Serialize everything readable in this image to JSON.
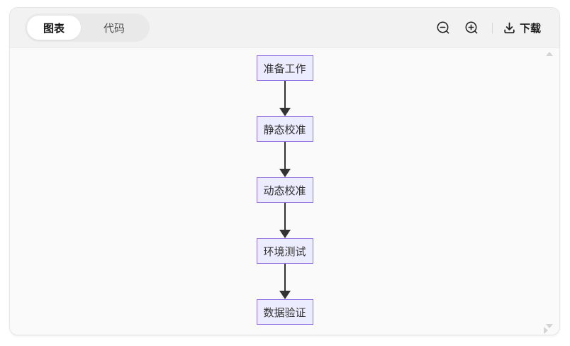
{
  "tabs": {
    "chart_label": "图表",
    "code_label": "代码",
    "active_tab": "图表"
  },
  "toolbar": {
    "download_label": "下载"
  },
  "icons": {
    "zoom_out": "magnifier-with-minus",
    "zoom_in": "magnifier-with-plus",
    "download": "down-arrow-into-tray",
    "scroll_up": "small-triangle-up",
    "scroll_down": "small-triangle-down",
    "scroll_right": "small-triangle-right"
  },
  "colors": {
    "node_fill": "#ECECFF",
    "node_border": "#9370DB",
    "edge": "#333333",
    "canvas_bg": "#FAFAFA",
    "toolbar_bg": "#F2F2F2",
    "tab_group_bg": "#E9E9E9",
    "active_tab_bg": "#FFFFFF",
    "card_border": "#E5E5E5"
  },
  "flowchart": {
    "type": "flowchart",
    "direction": "top-to-bottom",
    "nodes": [
      "准备工作",
      "静态校准",
      "动态校准",
      "环境测试",
      "数据验证"
    ],
    "edges": [
      [
        "准备工作",
        "静态校准"
      ],
      [
        "静态校准",
        "动态校准"
      ],
      [
        "动态校准",
        "环境测试"
      ],
      [
        "环境测试",
        "数据验证"
      ]
    ],
    "node_size": {
      "width": 80,
      "height": 36
    }
  }
}
